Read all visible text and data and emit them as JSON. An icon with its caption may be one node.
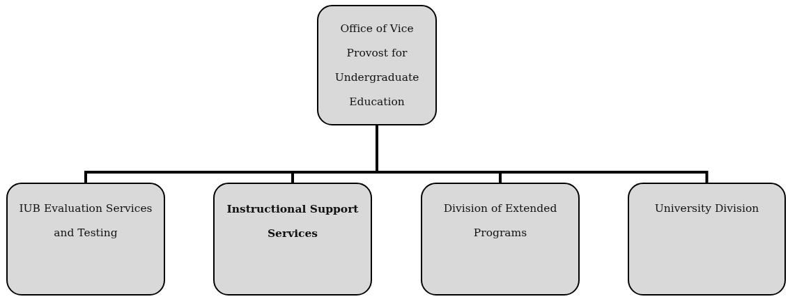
{
  "diagram": {
    "nodes": [
      {
        "text": [
          "Office of Vice Provost for Undergraduate Education"
        ]
      },
      {
        "text": [
          "IUB Evaluation Services and Testing"
        ]
      },
      {
        "text": [
          "Instructional Support Services"
        ]
      },
      {
        "text": [
          "Division of Extended Programs"
        ]
      },
      {
        "text": [
          "University Division"
        ]
      }
    ],
    "edges": [
      {
        "from": 0,
        "to": 1,
        "arrow": "none"
      },
      {
        "from": 0,
        "to": 2,
        "arrow": "none"
      },
      {
        "from": 0,
        "to": 3,
        "arrow": "none"
      },
      {
        "from": 0,
        "to": 4,
        "arrow": "none"
      }
    ]
  }
}
